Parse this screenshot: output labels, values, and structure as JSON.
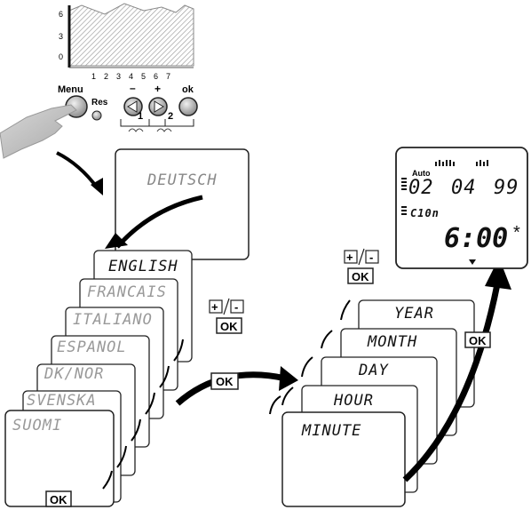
{
  "top_panel": {
    "chart_y_ticks": [
      "6",
      "3",
      "0"
    ],
    "chart_x_ticks": [
      "1",
      "2",
      "3",
      "4",
      "5",
      "6",
      "7"
    ],
    "menu_label": "Menu",
    "res_label": "Res",
    "minus_label": "–",
    "plus_label": "+",
    "ok_label": "ok",
    "group1_label": "1",
    "group2_label": "2"
  },
  "languages": [
    "DEUTSCH",
    "ENGLISH",
    "FRANCAIS",
    "ITALIANO",
    "ESPANOL",
    "DK/NOR",
    "SVENSKA",
    "SUOMI"
  ],
  "plus_minus_left": {
    "plus": "+",
    "minus": "-",
    "ok": "OK"
  },
  "ok_bottom": "OK",
  "ok_middle": "OK",
  "plus_minus_right": {
    "plus": "+",
    "minus": "-",
    "ok": "OK"
  },
  "datetime_cards": [
    "YEAR",
    "MONTH",
    "DAY",
    "HOUR",
    "MINUTE"
  ],
  "ok_right": "OK",
  "display": {
    "mode": "Auto",
    "date_day": "02",
    "date_month": "04",
    "date_year": "99",
    "temp": "C10n",
    "time": "6:00",
    "star": "*"
  }
}
